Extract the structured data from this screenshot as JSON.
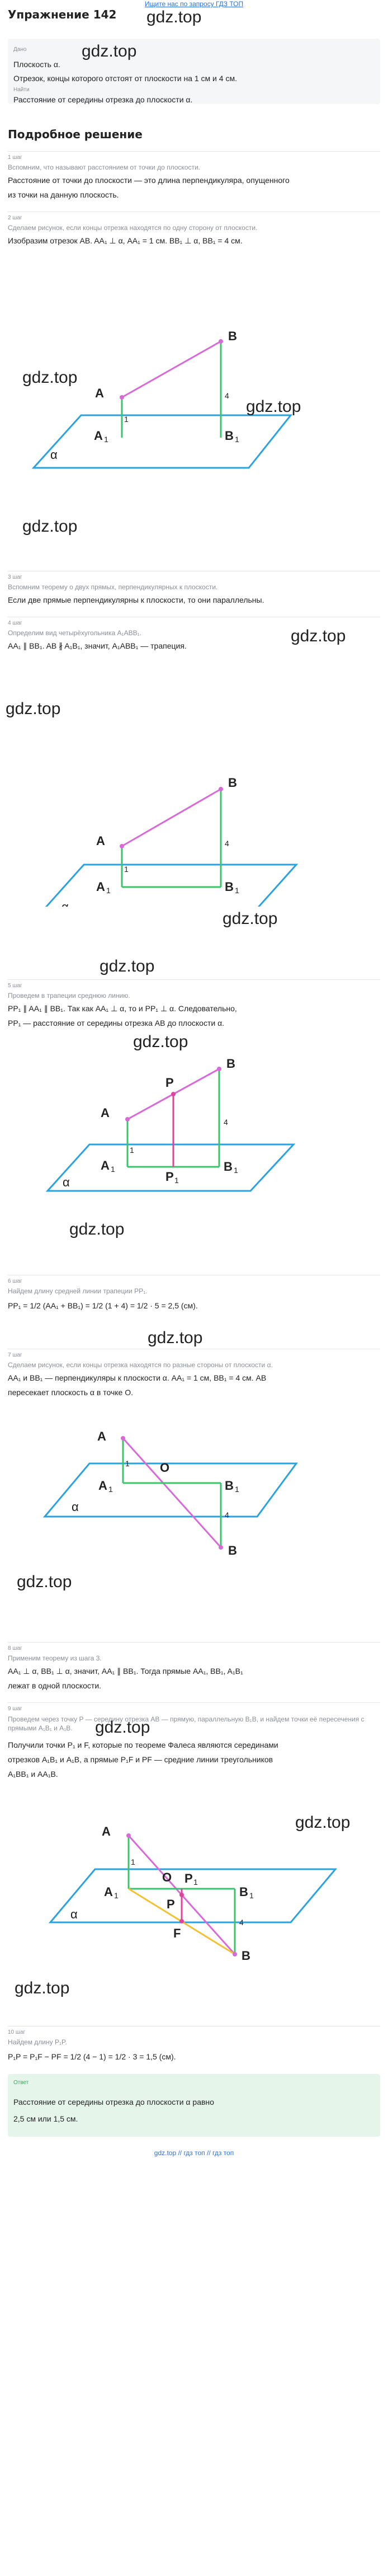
{
  "top_link": "Ищите нас по запросу ГДЗ ТОП",
  "title": "Упражнение 142",
  "watermark": "gdz.top",
  "given_label": "Дано",
  "given_lines": [
    "Плоскость α.",
    "Отрезок, концы которого отстоят от плоскости на 1 см и 4 см."
  ],
  "find_label": "Найти",
  "find_line": "Расстояние от середины отрезка до плоскости α.",
  "solution_title": "Подробное решение",
  "steps": [
    {
      "label": "1 шаг",
      "hint": "Вспомним, что называют расстоянием от точки до плоскости.",
      "lines": [
        "Расстояние от точки до плоскости — это длина перпендикуляра, опущенного",
        "из точки на данную плоскость."
      ]
    },
    {
      "label": "2 шаг",
      "hint": "Сделаем рисунок, если концы отрезка находятся по одну сторону от плоскости.",
      "lines": [
        "Изобразим отрезок AB. AA₁ ⊥ α, AA₁ = 1 см. BB₁ ⊥ α, BB₁ = 4 см."
      ]
    },
    {
      "label": "3 шаг",
      "hint": "Вспомним теорему о двух прямых, перпендикулярных к плоскости.",
      "lines": [
        "Если две прямые перпендикулярны к плоскости, то они параллельны."
      ]
    },
    {
      "label": "4 шаг",
      "hint": "Определим вид четырёхугольника A₁ABB₁.",
      "lines": [
        "AA₁ ∥ BB₁. AB ∦ A₁B₁, значит, A₁ABB₁ — трапеция."
      ]
    },
    {
      "label": "5 шаг",
      "hint": "Проведем в трапеции среднюю линию.",
      "lines": [
        "PP₁ ∥ AA₁ ∥ BB₁. Так как AA₁ ⊥ α, то и PP₁ ⊥ α. Следовательно,",
        "PP₁ — расстояние от середины отрезка AB до плоскости α."
      ]
    },
    {
      "label": "6 шаг",
      "hint": "Найдем длину средней линии трапеции PP₁.",
      "lines": [
        "PP₁ = 1/2 (AA₁ + BB₁) = 1/2 (1 + 4) = 1/2 · 5 = 2,5 (см)."
      ]
    },
    {
      "label": "7 шаг",
      "hint": "Сделаем рисунок, если концы отрезка находятся по разные стороны от плоскости α.",
      "lines": [
        "AA₁ и BB₁ — перпендикуляры к плоскости α. AA₁ = 1 см, BB₁ = 4 см. AB",
        "пересекает плоскость α в точке O."
      ]
    },
    {
      "label": "8 шаг",
      "hint": "Применим теорему из шага 3.",
      "lines": [
        "AA₁ ⊥ α, BB₁ ⊥ α, значит, AA₁ ∥ BB₁. Тогда прямые AA₁, BB₁, A₁B₁",
        "лежат в одной плоскости."
      ]
    },
    {
      "label": "9 шаг",
      "hint": "Проведем через точку P — середину отрезка AB — прямую, параллельную B₁B, и найдем точки её пересечения с прямыми A₁B₁ и A₁B.",
      "lines": [
        "Получили точки P₁ и F, которые по теореме Фалеса являются серединами",
        "отрезков A₁B₁ и A₁B, а прямые P₁F и PF — средние линии треугольников",
        "A₁BB₁ и AA₁B."
      ]
    },
    {
      "label": "10 шаг",
      "hint": "Найдем длину P₁P.",
      "lines": [
        "P₁P = P₁F − PF = 1/2 (4 − 1) = 1/2 · 3 = 1,5 (см)."
      ]
    }
  ],
  "answer_label": "Ответ",
  "answer_lines": [
    "Расстояние от середины отрезка до плоскости α равно",
    "2,5 см или 1,5 см."
  ],
  "footer": "gdz.top // гдз топ // гдз топ",
  "figure_labels": {
    "A": "A",
    "B": "B",
    "A1": "A",
    "B1": "B",
    "sub1": "1",
    "alpha": "α",
    "one": "1",
    "four": "4",
    "P": "P",
    "P1": "P",
    "O": "O",
    "F": "F"
  },
  "colors": {
    "plane": "#29a3e0",
    "segment": "#d86ad8",
    "perp_b": "#39c46a",
    "perp_a": "#39c46a",
    "midline": "#e0449a",
    "yellow": "#f1c232",
    "dot": "#d86ad8"
  }
}
